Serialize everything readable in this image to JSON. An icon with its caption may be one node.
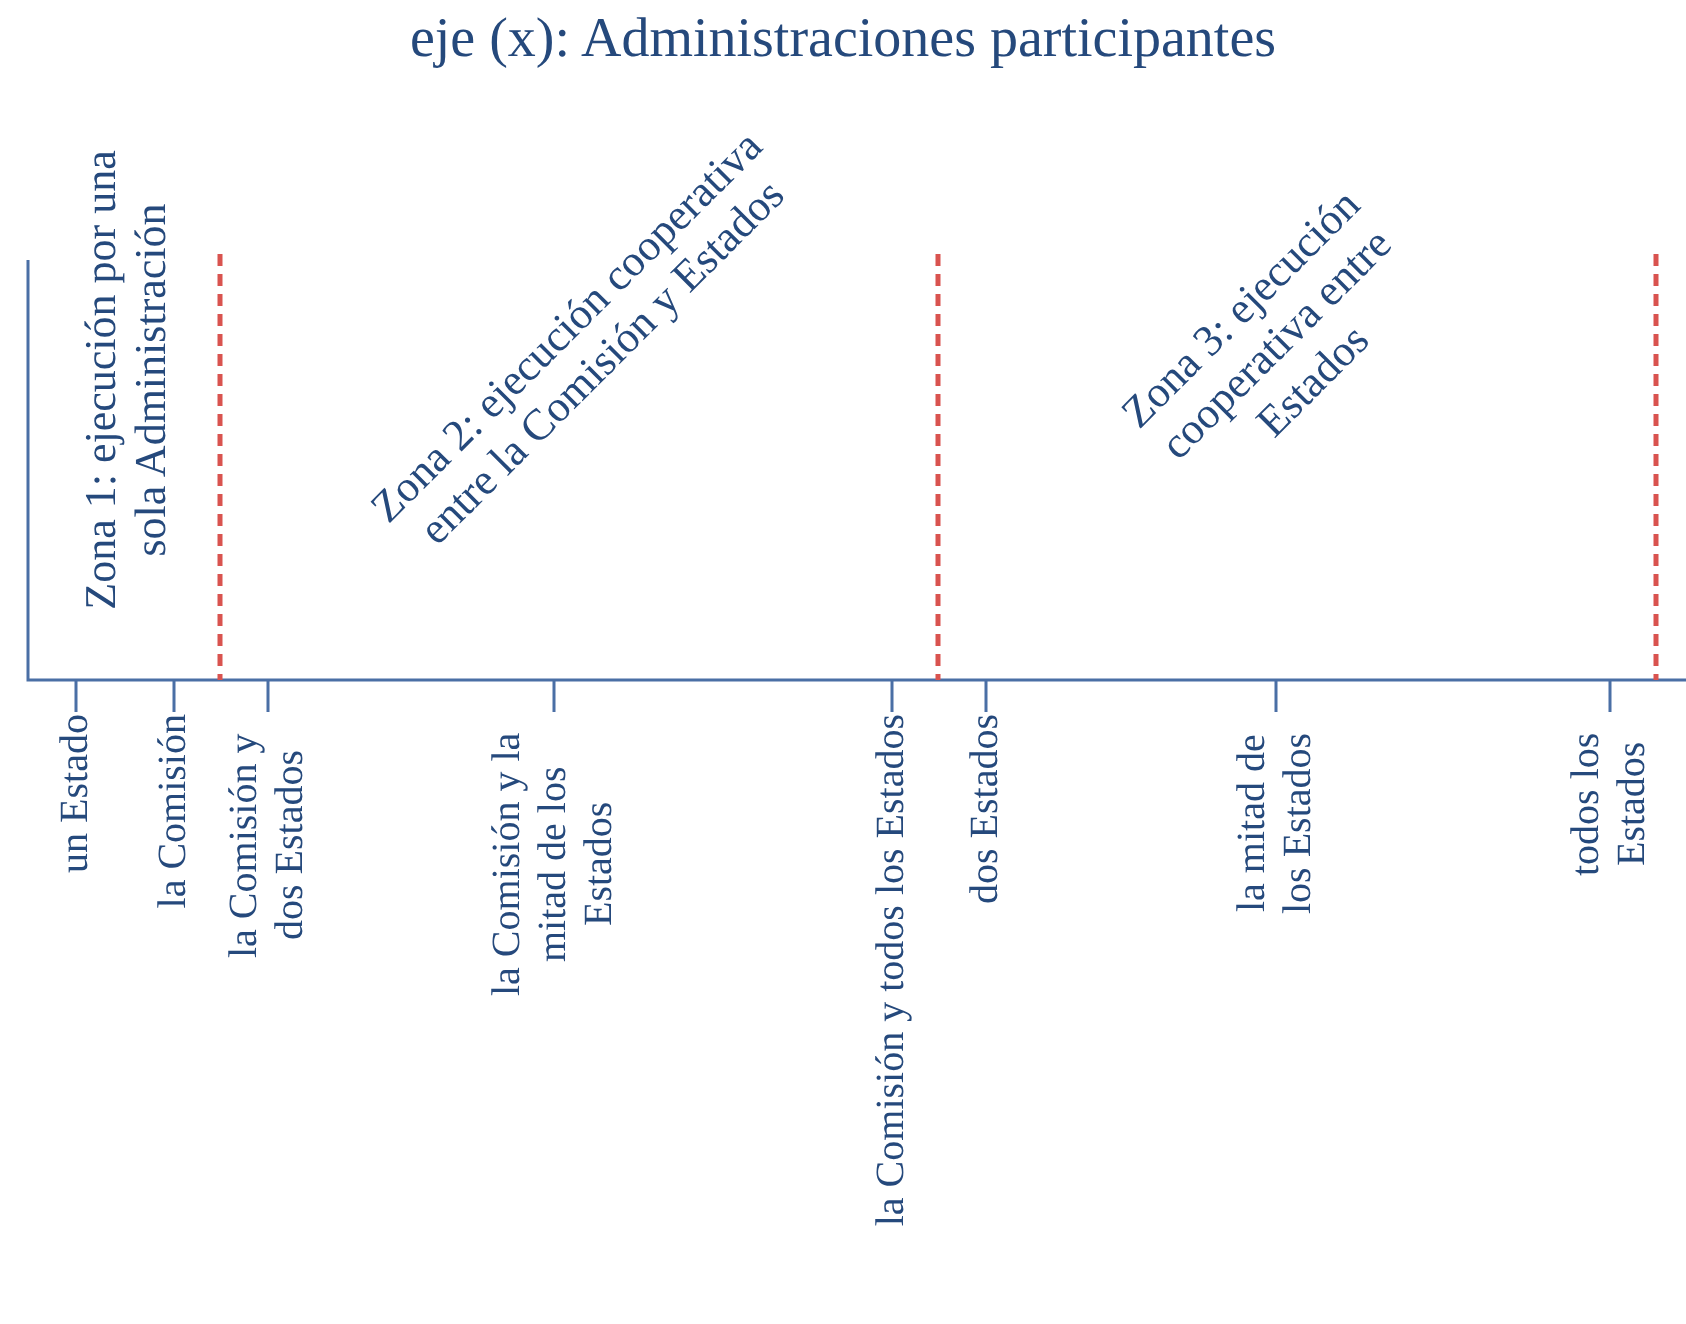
{
  "diagram": {
    "title": "eje (x): Administraciones participantes",
    "labels": [
      "Zona 1: ejecución por una sola Administración",
      "Zona 2: ejecución cooperativa entre la Comisión y Estados",
      "Zona 3: ejecución cooperativa entre Estados",
      "un Estado",
      "la Comisión",
      "la Comisión y dos Estados",
      "la Comisión y la mitad de los Estados",
      "la Comisión y todos los Estados",
      "dos Estados",
      "la mitad de los Estados",
      "todos los Estados"
    ]
  }
}
